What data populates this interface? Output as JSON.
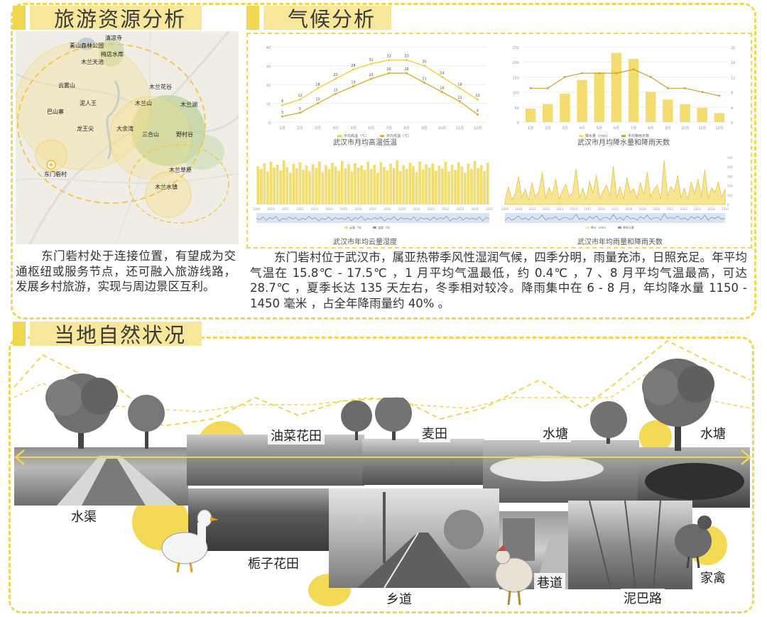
{
  "sections": {
    "tourism": "旅游资源分析",
    "climate": "气候分析",
    "nature": "当地自然状况"
  },
  "map": {
    "places": [
      "清凉寺",
      "素山森林公园",
      "梅店水库",
      "木兰天池",
      "云雾山",
      "木兰花谷",
      "泥人王",
      "木兰山",
      "木兰湖",
      "巴山寨",
      "龙王尖",
      "大余湾",
      "三合山",
      "野村谷",
      "东门砦村",
      "木兰草原",
      "木兰水镇"
    ]
  },
  "tourism_text": "东门砦村处于连接位置，有望成为交通枢纽或服务节点，还可融入旅游线路，发展乡村旅游，实现与周边景区互利。",
  "climate_text": "东门砦村位于武汉市，属亚热带季风性湿润气候，四季分明，雨量充沛，日照充足。年平均气温在 15.8℃ - 17.5℃ ，1 月平均气温最低，约 0.4℃ ，7 、8 月平均气温最高，可达 28.7℃ ，夏季长达 135 天左右，冬季相对较冷。降雨集中在 6 - 8 月，年均降水量 1150 - 1450 毫米 ，占全年降雨量约 40% 。",
  "chart_data": [
    {
      "type": "line",
      "title": "武汉市月均高温低温",
      "x": [
        "1月",
        "2月",
        "3月",
        "4月",
        "5月",
        "6月",
        "7月",
        "8月",
        "9月",
        "10月",
        "11月",
        "12月"
      ],
      "series": [
        {
          "name": "平均高温（℃）",
          "values": [
            9,
            12,
            18,
            23,
            28,
            31,
            33,
            33,
            30,
            24,
            18,
            12
          ]
        },
        {
          "name": "平均低温（℃）",
          "values": [
            3,
            5,
            10,
            15,
            19,
            23,
            26,
            26,
            21,
            16,
            11,
            4
          ]
        }
      ],
      "ylim": [
        0,
        40
      ],
      "colors": [
        "#f0d24a",
        "#d9b53a"
      ]
    },
    {
      "type": "bar",
      "title": "武汉市月均降水量和降雨天数",
      "categories": [
        "1月",
        "2月",
        "3月",
        "4月",
        "5月",
        "6月",
        "7月",
        "8月",
        "9月",
        "10月",
        "11月",
        "12月"
      ],
      "series": [
        {
          "name": "降水量（mm）",
          "values": [
            45,
            60,
            95,
            140,
            165,
            230,
            210,
            100,
            75,
            60,
            48,
            30
          ]
        },
        {
          "name": "平均降雨天数",
          "values": [
            9,
            9,
            12,
            13,
            13,
            13,
            14,
            12,
            9,
            9,
            8,
            7
          ]
        }
      ],
      "colors": [
        "#f3dc70",
        "#c9a52a"
      ]
    },
    {
      "type": "bar",
      "title": "武汉市年均云量湿度",
      "x_ticks": [
        "2009",
        "2010",
        "2011",
        "2012",
        "2013",
        "2014",
        "2015",
        "2016",
        "2017",
        "2018",
        "2019",
        "2020",
        "2021",
        "2022",
        "2023",
        "2024",
        "2025"
      ],
      "series": [
        {
          "name": "云量（%）",
          "values": [
            82,
            76,
            88,
            70,
            91,
            79,
            85,
            73,
            94,
            80,
            68,
            87,
            77,
            90,
            74,
            83,
            71,
            86,
            78,
            92,
            69,
            84,
            75,
            89,
            81,
            72,
            93,
            77,
            86,
            70,
            88,
            79,
            83,
            74,
            91,
            76,
            85,
            68,
            90,
            80,
            73,
            87,
            78,
            94,
            71,
            84,
            76,
            89,
            82,
            69,
            92,
            75,
            86,
            79,
            88,
            72,
            83,
            77,
            91,
            70,
            85,
            74,
            90,
            81,
            68,
            87,
            76,
            93,
            78,
            84,
            71,
            89
          ]
        },
        {
          "name": "湿度（%）",
          "values": [
            62,
            60,
            64,
            59,
            63,
            61,
            65,
            58,
            62,
            60,
            64,
            61,
            63,
            59,
            62,
            60,
            65,
            61,
            63,
            58,
            62,
            60,
            64,
            59,
            63,
            61,
            62,
            60,
            64,
            58,
            63,
            61,
            65,
            59,
            62,
            60,
            63,
            61,
            64,
            58,
            62,
            60,
            65,
            59,
            63,
            61,
            62,
            60,
            64,
            58,
            63,
            61,
            62,
            59,
            64,
            60,
            63,
            61,
            65,
            58,
            62,
            60,
            64,
            59,
            63,
            61,
            62,
            60,
            64,
            58,
            63,
            61
          ]
        }
      ]
    },
    {
      "type": "area",
      "title": "武汉市年均雨量和降雨天数",
      "x_ticks": [
        "2009",
        "2010",
        "2011",
        "2012",
        "2013",
        "2014",
        "2015",
        "2016",
        "2017",
        "2018",
        "2019",
        "2020",
        "2021",
        "2022",
        "2023",
        "2024",
        "2025"
      ],
      "series": [
        {
          "name": "降水（mm）",
          "values": [
            40,
            210,
            60,
            120,
            330,
            80,
            180,
            50,
            260,
            90,
            150,
            380,
            70,
            200,
            110,
            300,
            60,
            170,
            240,
            90,
            140,
            420,
            80,
            190,
            60,
            280,
            130,
            350,
            70,
            160,
            230,
            100,
            450,
            80,
            210,
            60,
            320,
            140,
            190,
            70,
            260,
            110,
            380,
            90,
            180,
            230,
            60,
            520,
            100,
            210,
            150,
            340,
            80,
            190,
            60,
            270,
            120,
            300,
            90,
            410,
            70,
            200,
            140,
            260,
            80,
            180
          ]
        },
        {
          "name": "降雨天数",
          "values": [
            3,
            8,
            4,
            6,
            10,
            5,
            7,
            4,
            9,
            5,
            6,
            11,
            4,
            7,
            6,
            9,
            4,
            7,
            8,
            5,
            6,
            12,
            5,
            7,
            4,
            9,
            6,
            10,
            4,
            7,
            8,
            5,
            12,
            5,
            8,
            4,
            10,
            6,
            7,
            4,
            9,
            6,
            11,
            5,
            7,
            8,
            4,
            13,
            6,
            8,
            6,
            10,
            5,
            7,
            4,
            9,
            6,
            9,
            5,
            11,
            4,
            8,
            6,
            9,
            5,
            7
          ]
        }
      ]
    }
  ],
  "nature_labels": {
    "canola": "油菜花田",
    "wheat": "麦田",
    "pond1": "水塘",
    "pond2": "水塘",
    "canal": "水渠",
    "gardenia": "栀子花田",
    "road": "乡道",
    "alley": "巷道",
    "mud": "泥巴路",
    "poultry": "家禽"
  }
}
